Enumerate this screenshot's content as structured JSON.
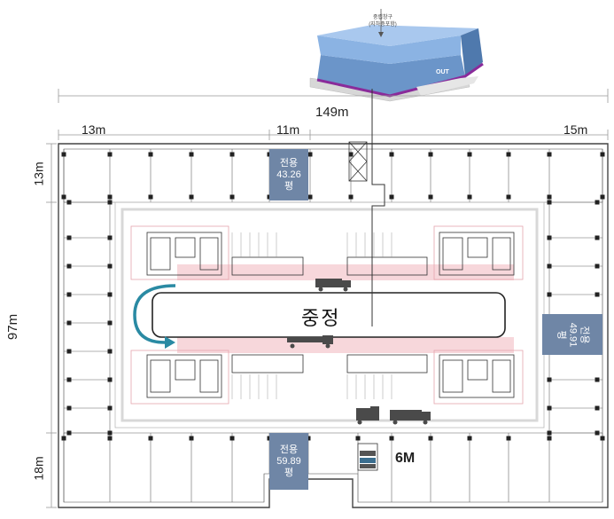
{
  "building_3d": {
    "exit_label": "OUT",
    "caption_line1": "중립창구",
    "caption_line2": "(지하층포함)"
  },
  "dimensions": {
    "total_width": "149m",
    "width_left": "13m",
    "width_mid": "11m",
    "width_right": "15m",
    "height_total": "97m",
    "height_top": "13m",
    "height_bottom": "18m"
  },
  "units": {
    "top": {
      "label": "전용",
      "area": "43.26",
      "unit": "평"
    },
    "right": {
      "label": "전용",
      "area": "49.91",
      "unit": "평"
    },
    "bottom": {
      "label": "전용",
      "area": "59.89",
      "unit": "평"
    }
  },
  "courtyard": {
    "label": "중정"
  },
  "truck_bay": {
    "label": "6M"
  },
  "colors": {
    "unit_fill": "#6f86a6",
    "arrow": "#2a8aa3",
    "building_roof": "#7aa6e0",
    "building_band": "#8a2b9a",
    "grid_line": "#555555",
    "loading_dock": "#f4c6cc"
  }
}
